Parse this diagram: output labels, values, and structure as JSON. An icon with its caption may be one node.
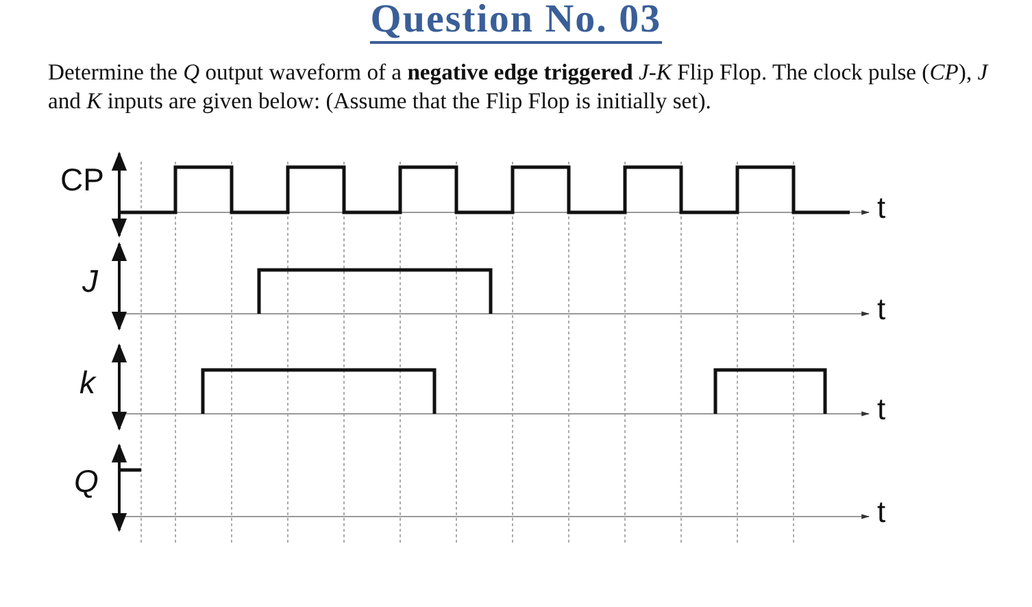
{
  "diagram": {
    "title": "Question No. 03",
    "labels": [
      "Determine the *Q* output waveform of a **negative edge triggered** *J-K* Flip Flop. The clock pulse (*CP*), *J* and *K* inputs are given below: (Assume that the Flip Flop is initially set).",
      "CP",
      "t",
      "J",
      "t",
      "k",
      "t",
      "Q",
      "t"
    ]
  }
}
